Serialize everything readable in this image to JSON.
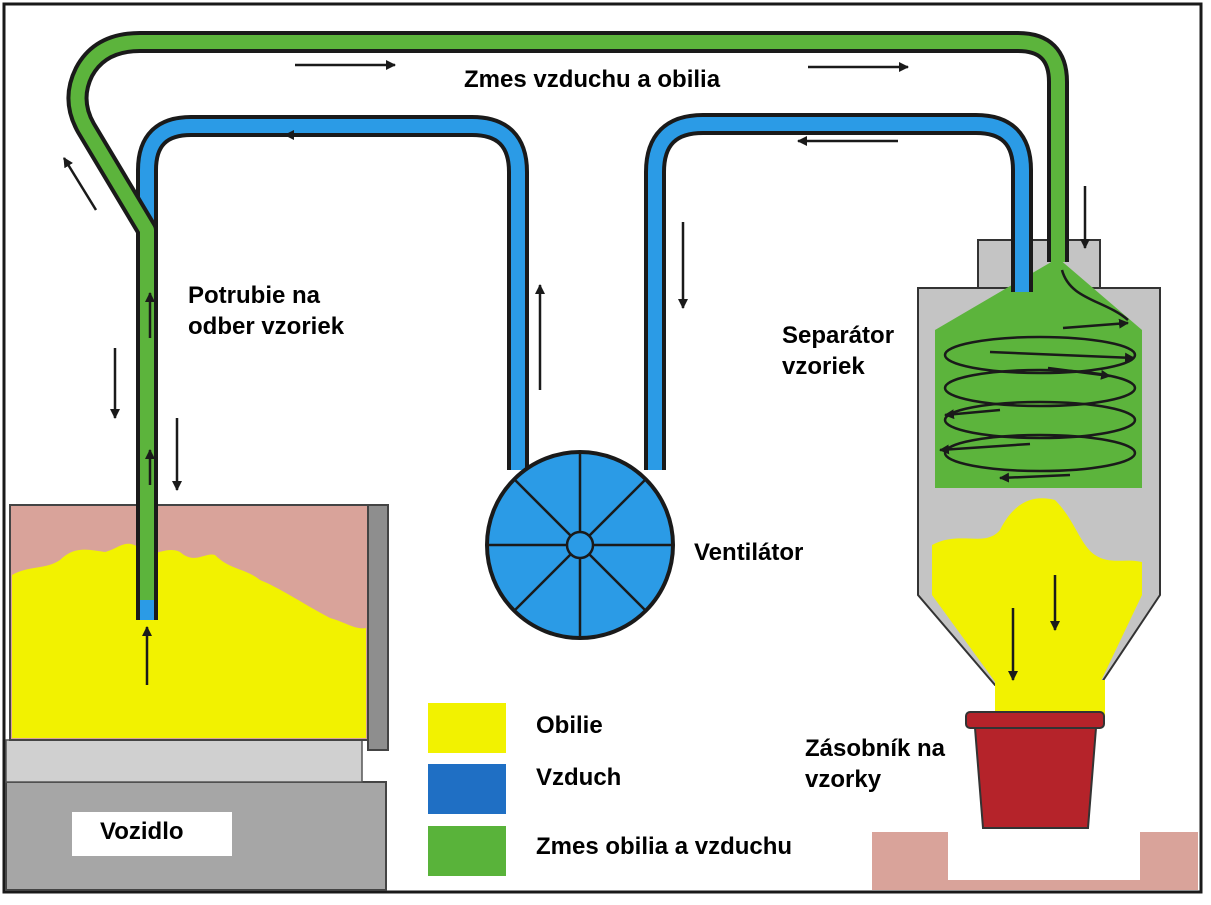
{
  "labels": {
    "mixture_flow": "Zmes vzduchu a obilia",
    "sampling_pipe": [
      "Potrubie na",
      "odber vzoriek"
    ],
    "separator": [
      "Separátor",
      "vzoriek"
    ],
    "fan": "Ventilátor",
    "container": [
      "Zásobník na",
      "vzorky"
    ],
    "vehicle": "Vozidlo"
  },
  "legend": [
    {
      "label": "Obilie",
      "color": "#f2f200"
    },
    {
      "label": "Vzduch",
      "color": "#1f6fc4"
    },
    {
      "label": "Zmes obilia a vzduchu",
      "color": "#59b33a"
    }
  ],
  "colors": {
    "grain": "#f2f200",
    "air_pipe": "#2b9be6",
    "mixture_pipe": "#5cb43c",
    "truck_load_bg": "#d9a39a",
    "truck_gray": "#a5a5a5",
    "separator_gray": "#c4c4c4",
    "container_red": "#b5232a",
    "floor_pink": "#d9a39a"
  }
}
